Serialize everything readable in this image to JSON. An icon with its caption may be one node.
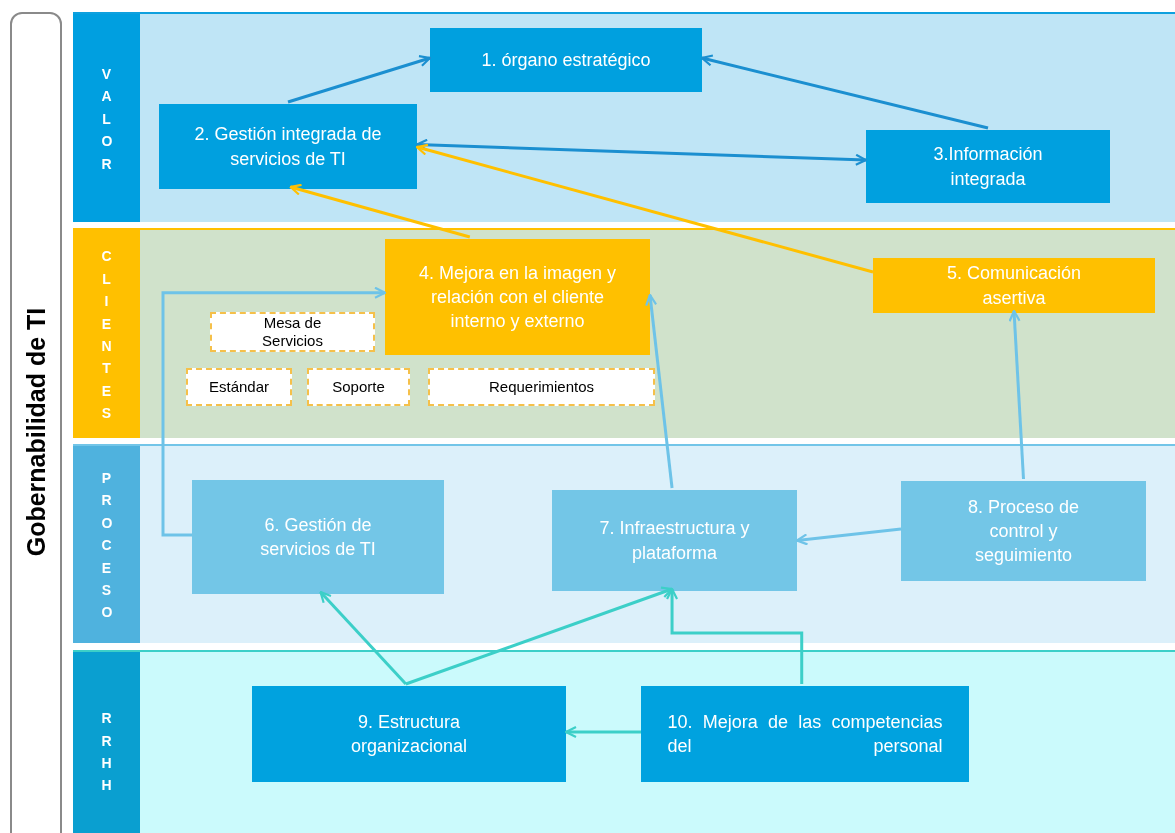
{
  "diagram": {
    "nodes": [
      {
        "text": [
          "Gobernabilidad de TI"
        ]
      },
      {
        "text": [
          "VALOR"
        ]
      },
      {
        "text": [
          "1.  órgano estratégico"
        ],
        "in": 1
      },
      {
        "text": [
          "2. Gestión integrada de servicios de TI"
        ],
        "in": 1
      },
      {
        "text": [
          "3.Información integrada"
        ],
        "in": 1
      },
      {
        "text": [
          "CLIENTES"
        ]
      },
      {
        "text": [
          "4. Mejora en la imagen y relación con el cliente interno y externo"
        ],
        "in": 5
      },
      {
        "text": [
          "Mesa de Servicios"
        ],
        "in": 5
      },
      {
        "text": [
          "5. Comunicación asertiva"
        ],
        "in": 5
      },
      {
        "text": [
          "Estándar"
        ],
        "in": 5
      },
      {
        "text": [
          "Soporte"
        ],
        "in": 5
      },
      {
        "text": [
          "Requerimientos"
        ],
        "in": 5
      },
      {
        "text": [
          "PROCESO"
        ]
      },
      {
        "text": [
          "6. Gestión de servicios de TI"
        ],
        "in": 12
      },
      {
        "text": [
          "7. Infraestructura y plataforma"
        ],
        "in": 12
      },
      {
        "text": [
          "8. Proceso de control y seguimiento"
        ],
        "in": 12
      },
      {
        "text": [
          "RRHH"
        ]
      },
      {
        "text": [
          "9. Estructura organizacional"
        ],
        "in": 16
      },
      {
        "text": [
          "10. Mejora de las competencias del personal"
        ],
        "in": 16
      }
    ],
    "edges": [
      {
        "from": 3,
        "to": 2,
        "arrow": "to",
        "color": "#1b8fd0"
      },
      {
        "from": 4,
        "to": 2,
        "arrow": "to",
        "color": "#1b8fd0"
      },
      {
        "from": 3,
        "to": 4,
        "arrow": "both",
        "color": "#1b8fd0"
      },
      {
        "from": 8,
        "to": 3,
        "arrow": "to",
        "color": "#ffc000"
      },
      {
        "from": 6,
        "to": 3,
        "arrow": "to",
        "color": "#ffc000"
      },
      {
        "from": 13,
        "to": 6,
        "arrow": "to",
        "color": "#6ec3e8"
      },
      {
        "from": 14,
        "to": 6,
        "arrow": "to",
        "color": "#6ec3e8"
      },
      {
        "from": 15,
        "to": 8,
        "arrow": "to",
        "color": "#6ec3e8"
      },
      {
        "from": 15,
        "to": 14,
        "arrow": "to",
        "color": "#6ec3e8"
      },
      {
        "from": 17,
        "to": 13,
        "arrow": "to",
        "color": "#3ccfc8"
      },
      {
        "from": 17,
        "to": 14,
        "arrow": "to",
        "color": "#3ccfc8"
      },
      {
        "from": 18,
        "to": 14,
        "arrow": "to",
        "color": "#3ccfc8"
      },
      {
        "from": 18,
        "to": 17,
        "arrow": "to",
        "color": "#3ccfc8"
      }
    ]
  }
}
